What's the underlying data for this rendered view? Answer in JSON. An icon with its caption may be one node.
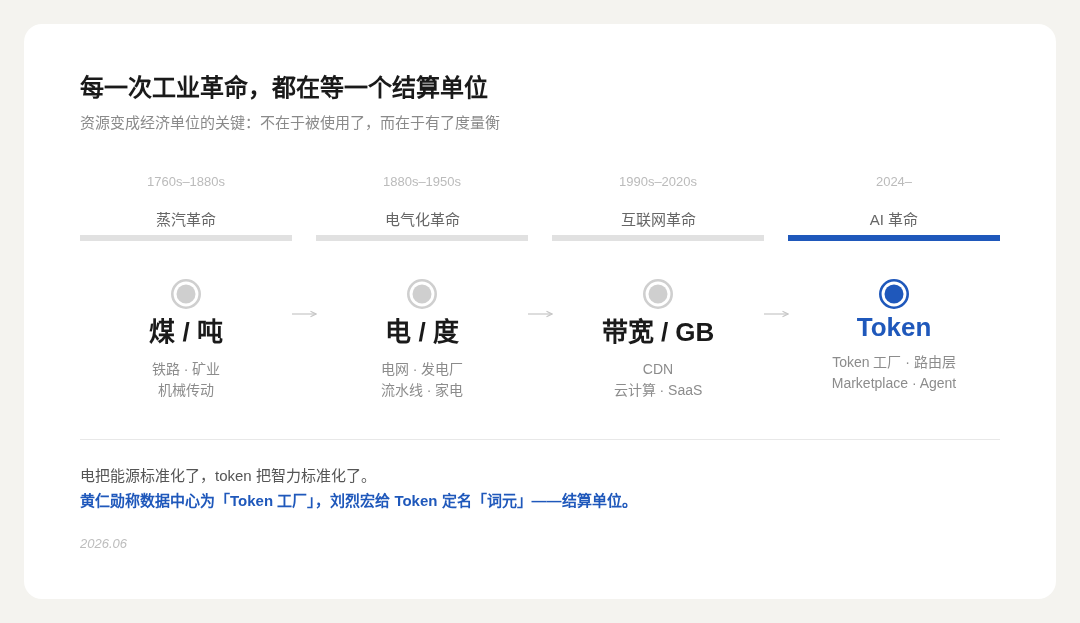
{
  "diagram": {
    "title": "每一次工业革命，都在等一个结算单位",
    "nodes": [
      {
        "text": [
          "蒸汽革命",
          "煤 / 吨",
          "铁路 · 矿业",
          "机械传动"
        ],
        "beside": [
          "1760s–1880s"
        ]
      },
      {
        "text": [
          "电气化革命",
          "电 / 度",
          "电网 · 发电厂",
          "流水线 · 家电"
        ],
        "beside": [
          "1880s–1950s"
        ]
      },
      {
        "text": [
          "互联网革命",
          "带宽 / GB",
          "CDN",
          "云计算 · SaaS"
        ],
        "beside": [
          "1990s–2020s"
        ]
      },
      {
        "text": [
          "AI 革命",
          "Token",
          "Token 工厂 · 路由层",
          "Marketplace · Agent"
        ],
        "beside": [
          "2024–"
        ]
      }
    ],
    "edges": [
      {
        "from": 0,
        "to": 1,
        "arrow": "to"
      },
      {
        "from": 1,
        "to": 2,
        "arrow": "to"
      },
      {
        "from": 2,
        "to": 3,
        "arrow": "to"
      }
    ],
    "labels": [
      "资源变成经济单位的关键：不在于被使用了，而在于有了度量衡",
      "电把能源标准化了，token 把智力标准化了。",
      "黄仁勋称数据中心为「Token 工厂」，刘烈宏给 Token 定名「词元」——结算单位。",
      "2026.06"
    ]
  }
}
